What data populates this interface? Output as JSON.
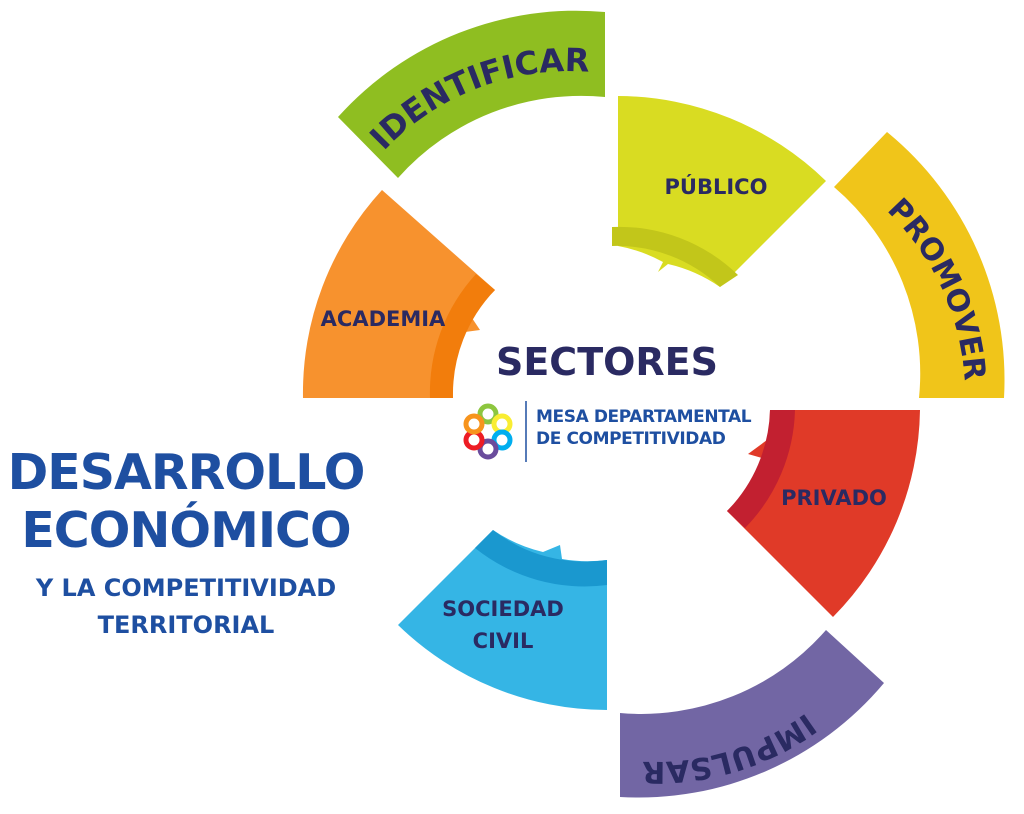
{
  "center_label": "SECTORES",
  "logo": {
    "line1": "MESA DEPARTAMENTAL",
    "line2": "DE COMPETITIVIDAD",
    "colors": [
      "#8dc63f",
      "#f7941d",
      "#ed1c24",
      "#00aeef",
      "#6a4c9c",
      "#f9ed32"
    ]
  },
  "sectors": [
    {
      "label": "PÚBLICO",
      "color": "#d9dc22",
      "shadow": "#c2c61a"
    },
    {
      "label": "PRIVADO",
      "color": "#e03a28",
      "shadow": "#c22030"
    },
    {
      "label": "SOCIEDAD",
      "label2": "CIVIL",
      "color": "#35b5e5",
      "shadow": "#1a98cf"
    },
    {
      "label": "ACADEMIA",
      "color": "#f7922e",
      "shadow": "#f27d0c"
    }
  ],
  "actions": [
    {
      "label": "IDENTIFICAR",
      "color": "#8fbe21"
    },
    {
      "label": "PROMOVER",
      "color": "#f0c51a"
    },
    {
      "label": "IMPULSAR",
      "color": "#7266a4"
    }
  ],
  "title": {
    "line1": "DESARROLLO",
    "line2": "ECONÓMICO",
    "line3": "Y LA COMPETITIVIDAD",
    "line4": "TERRITORIAL"
  },
  "text_color": "#2a2a62",
  "title_color": "#1e4fa1"
}
